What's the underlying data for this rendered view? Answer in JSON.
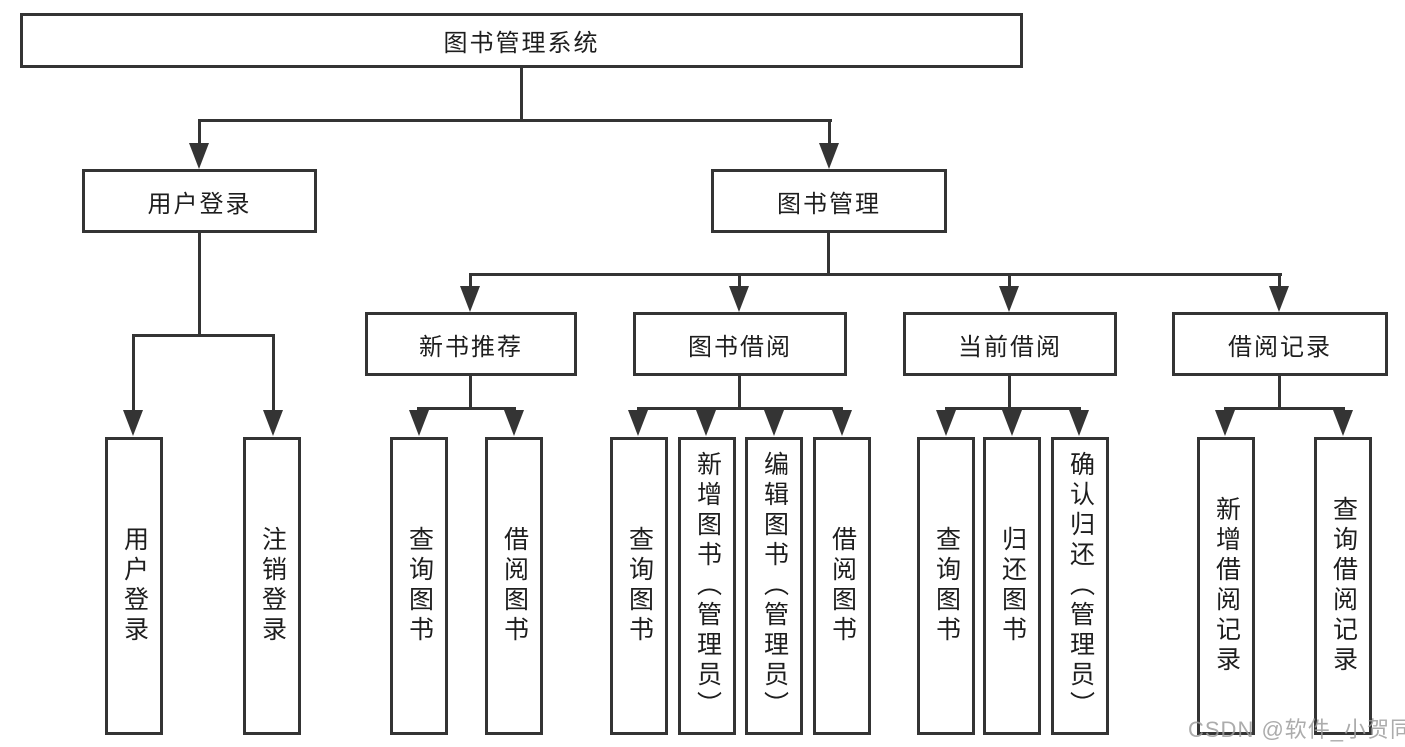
{
  "diagram_title": "图书管理系统",
  "tree": {
    "label": "图书管理系统",
    "children": [
      {
        "label": "用户登录",
        "children": [
          {
            "label": "用户登录"
          },
          {
            "label": "注销登录"
          }
        ]
      },
      {
        "label": "图书管理",
        "children": [
          {
            "label": "新书推荐",
            "children": [
              {
                "label": "查询图书"
              },
              {
                "label": "借阅图书"
              }
            ]
          },
          {
            "label": "图书借阅",
            "children": [
              {
                "label": "查询图书"
              },
              {
                "label": "新增图书（管理员）"
              },
              {
                "label": "编辑图书（管理员）"
              },
              {
                "label": "借阅图书"
              }
            ]
          },
          {
            "label": "当前借阅",
            "children": [
              {
                "label": "查询图书"
              },
              {
                "label": "归还图书"
              },
              {
                "label": "确认归还（管理员）"
              }
            ]
          },
          {
            "label": "借阅记录",
            "children": [
              {
                "label": "新增借阅记录"
              },
              {
                "label": "查询借阅记录"
              }
            ]
          }
        ]
      }
    ]
  },
  "watermark": {
    "text": "CSDN @软件_小贺同学"
  },
  "colors": {
    "line": "#343434",
    "node_text": "#1e1e1e",
    "watermark": "#9e9e9e",
    "background": "#ffffff"
  }
}
